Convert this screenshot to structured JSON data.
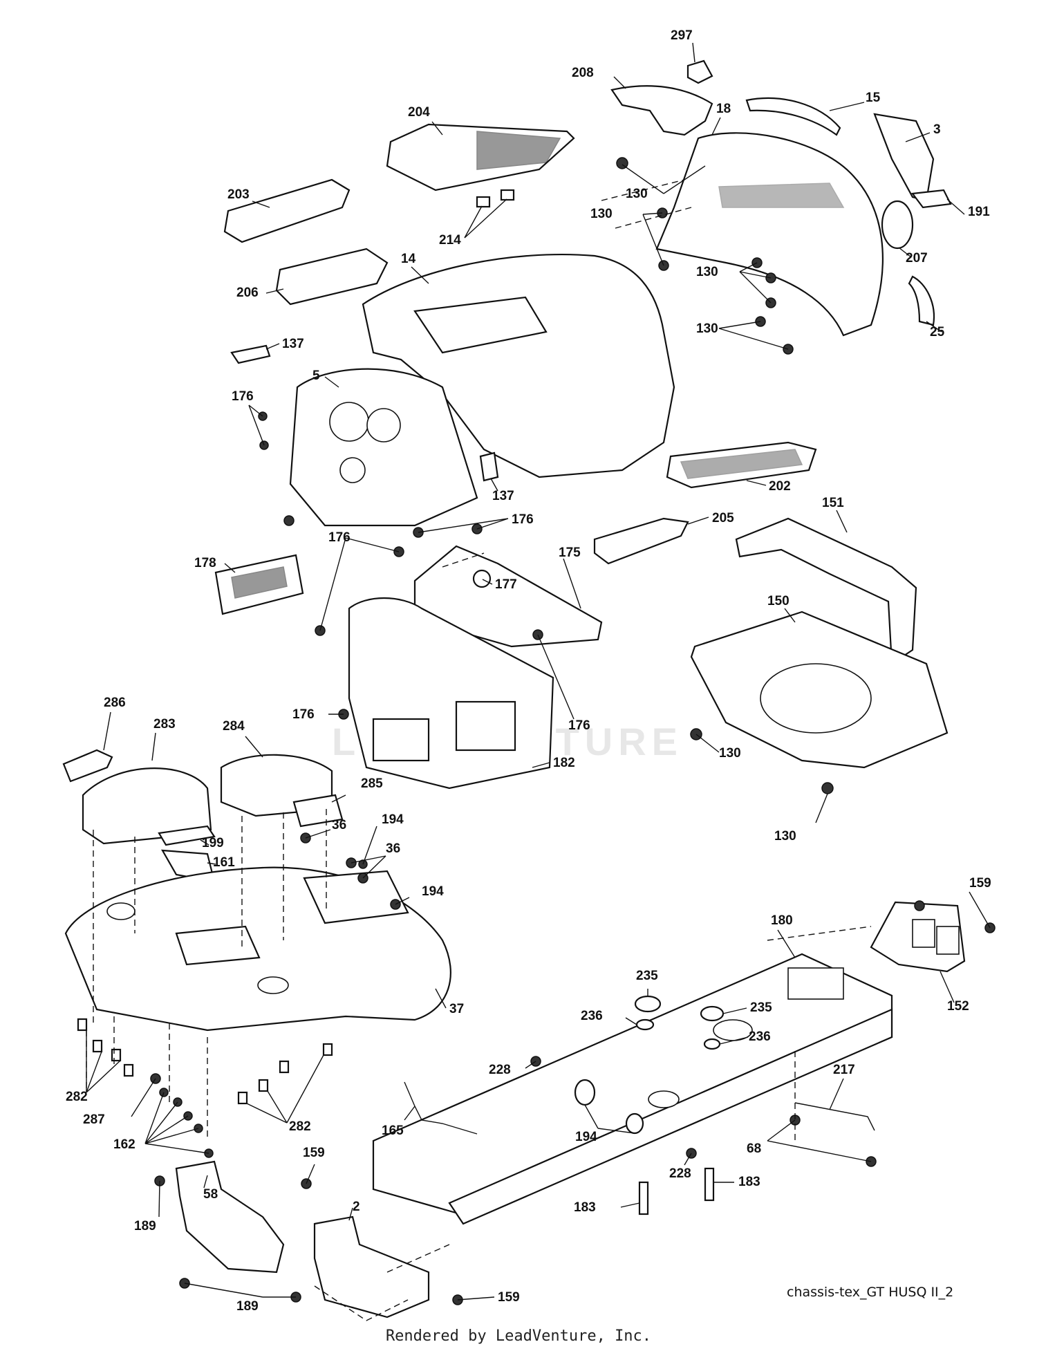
{
  "diagram": {
    "code": "chassis-tex_GT HUSQ II_2",
    "credit": "Rendered by LeadVenture, Inc.",
    "watermark": "LEADVENTURE",
    "callouts": [
      {
        "id": "c297",
        "label": "297"
      },
      {
        "id": "c208",
        "label": "208"
      },
      {
        "id": "c15",
        "label": "15"
      },
      {
        "id": "c18",
        "label": "18"
      },
      {
        "id": "c204",
        "label": "204"
      },
      {
        "id": "c3",
        "label": "3"
      },
      {
        "id": "c130a",
        "label": "130"
      },
      {
        "id": "c203",
        "label": "203"
      },
      {
        "id": "c214",
        "label": "214"
      },
      {
        "id": "c191",
        "label": "191"
      },
      {
        "id": "c130b",
        "label": "130"
      },
      {
        "id": "c207",
        "label": "207"
      },
      {
        "id": "c14",
        "label": "14"
      },
      {
        "id": "c130c",
        "label": "130"
      },
      {
        "id": "c206",
        "label": "206"
      },
      {
        "id": "c25",
        "label": "25"
      },
      {
        "id": "c130d",
        "label": "130"
      },
      {
        "id": "c137a",
        "label": "137"
      },
      {
        "id": "c5",
        "label": "5"
      },
      {
        "id": "c176a",
        "label": "176"
      },
      {
        "id": "c202",
        "label": "202"
      },
      {
        "id": "c137b",
        "label": "137"
      },
      {
        "id": "c151",
        "label": "151"
      },
      {
        "id": "c176b",
        "label": "176"
      },
      {
        "id": "c205",
        "label": "205"
      },
      {
        "id": "c176c",
        "label": "176"
      },
      {
        "id": "c175",
        "label": "175"
      },
      {
        "id": "c178",
        "label": "178"
      },
      {
        "id": "c177",
        "label": "177"
      },
      {
        "id": "c150",
        "label": "150"
      },
      {
        "id": "c286",
        "label": "286"
      },
      {
        "id": "c283",
        "label": "283"
      },
      {
        "id": "c284",
        "label": "284"
      },
      {
        "id": "c176d",
        "label": "176"
      },
      {
        "id": "c176e",
        "label": "176"
      },
      {
        "id": "c130e",
        "label": "130"
      },
      {
        "id": "c182",
        "label": "182"
      },
      {
        "id": "c285",
        "label": "285"
      },
      {
        "id": "c194a",
        "label": "194"
      },
      {
        "id": "c36a",
        "label": "36"
      },
      {
        "id": "c199",
        "label": "199"
      },
      {
        "id": "c36b",
        "label": "36"
      },
      {
        "id": "c161",
        "label": "161"
      },
      {
        "id": "c130f",
        "label": "130"
      },
      {
        "id": "c194b",
        "label": "194"
      },
      {
        "id": "c159a",
        "label": "159"
      },
      {
        "id": "c180",
        "label": "180"
      },
      {
        "id": "c235a",
        "label": "235"
      },
      {
        "id": "c37",
        "label": "37"
      },
      {
        "id": "c236a",
        "label": "236"
      },
      {
        "id": "c235b",
        "label": "235"
      },
      {
        "id": "c152",
        "label": "152"
      },
      {
        "id": "c236b",
        "label": "236"
      },
      {
        "id": "c282a",
        "label": "282"
      },
      {
        "id": "c228a",
        "label": "228"
      },
      {
        "id": "c217",
        "label": "217"
      },
      {
        "id": "c287",
        "label": "287"
      },
      {
        "id": "c282b",
        "label": "282"
      },
      {
        "id": "c165",
        "label": "165"
      },
      {
        "id": "c194c",
        "label": "194"
      },
      {
        "id": "c162",
        "label": "162"
      },
      {
        "id": "c68",
        "label": "68"
      },
      {
        "id": "c159b",
        "label": "159"
      },
      {
        "id": "c228b",
        "label": "228"
      },
      {
        "id": "c183a",
        "label": "183"
      },
      {
        "id": "c58",
        "label": "58"
      },
      {
        "id": "c2",
        "label": "2"
      },
      {
        "id": "c183b",
        "label": "183"
      },
      {
        "id": "c189a",
        "label": "189"
      },
      {
        "id": "c189b",
        "label": "189"
      },
      {
        "id": "c159c",
        "label": "159"
      }
    ]
  }
}
